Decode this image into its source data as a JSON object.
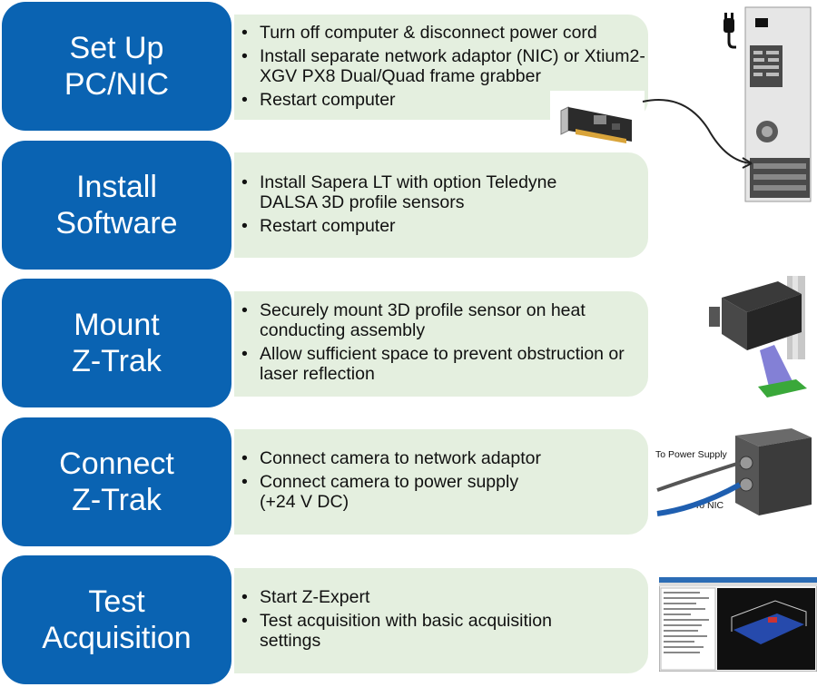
{
  "steps": [
    {
      "title_lines": [
        "Set Up",
        "PC/NIC"
      ],
      "bullets": [
        "Turn off computer & disconnect power cord",
        "Install separate network adaptor (NIC) or Xtium2-XGV PX8 Dual/Quad frame grabber",
        "Restart computer"
      ]
    },
    {
      "title_lines": [
        "Install",
        "Software"
      ],
      "bullets": [
        "Install Sapera LT with option Teledyne DALSA 3D profile sensors",
        "Restart computer"
      ]
    },
    {
      "title_lines": [
        "Mount",
        "Z-Trak"
      ],
      "bullets": [
        "Securely mount 3D profile sensor on heat conducting assembly",
        "Allow sufficient space to prevent obstruction or laser reflection"
      ]
    },
    {
      "title_lines": [
        "Connect",
        "Z-Trak"
      ],
      "bullets": [
        "Connect camera to network adaptor",
        "Connect camera to power supply (+24 V DC)"
      ]
    },
    {
      "title_lines": [
        "Test",
        "Acquisition"
      ],
      "bullets": [
        "Start Z-Expert",
        "Test acquisition with basic acquisition settings"
      ]
    }
  ],
  "captions": {
    "power_supply": "To Power Supply",
    "nic": "To NIC"
  },
  "icons": [
    "power-plug-icon",
    "pc-tower-icon",
    "network-card-icon",
    "z-trak-sensor-icon",
    "camera-connectors-icon",
    "z-expert-screenshot-icon"
  ],
  "colors": {
    "step_blue": "#0a63b2",
    "panel_green": "#e4efdf",
    "text": "#111111"
  }
}
